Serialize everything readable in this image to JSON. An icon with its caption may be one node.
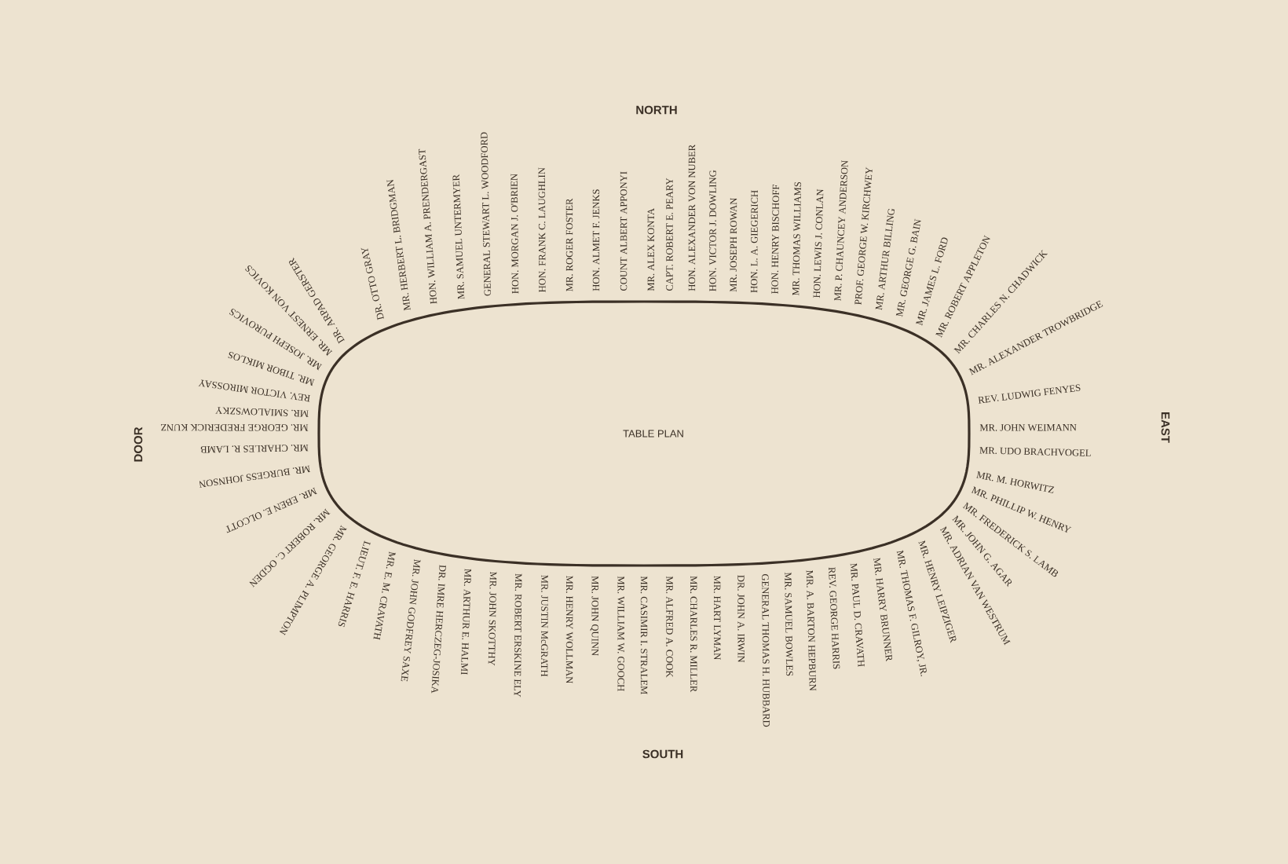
{
  "diagram": {
    "nodes": [
      {
        "text": [
          "TABLE PLAN"
        ]
      }
    ],
    "labels": [
      "NORTH",
      "DR. OTTO GRAY",
      "MR. HERBERT L. BRIDGMAN",
      "HON. WILLIAM A. PRENDERGAST",
      "MR. SAMUEL UNTERMYER",
      "GENERAL STEWART L. WOODFORD",
      "HON. MORGAN J. O'BRIEN",
      "HON. FRANK C. LAUGHLIN",
      "MR. ROGER FOSTER",
      "HON. ALMET F. JENKS",
      "COUNT ALBERT APPONYI",
      "MR. ALEX KONTA",
      "CAPT. ROBERT E. PEARY",
      "HON. ALEXANDER VON NUBER",
      "HON. VICTOR J. DOWLING",
      "MR. JOSEPH ROWAN",
      "HON. L. A. GIEGERICH",
      "HON. HENRY BISCHOFF",
      "MR. THOMAS WILLIAMS",
      "HON. LEWIS J. CONLAN",
      "MR. P. CHAUNCEY ANDERSON",
      "PROF. GEORGE W. KIRCHWEY",
      "MR. ARTHUR BILLING",
      "MR. GEORGE G. BAIN",
      "MR. JAMES L. FORD",
      "MR. ROBERT APPLETON",
      "MR. CHARLES N. CHADWICK",
      "MR. ALEXANDER TROWBRIDGE",
      "REV. LUDWIG FENYES",
      "MR. JOHN WEIMANN",
      "MR. UDO BRACHVOGEL",
      "MR. M. HORWITZ",
      "MR. PHILLIP W. HENRY",
      "MR. FREDERICK S. LAMB",
      "MR. JOHN G. AGAR",
      "MR. ADRIAN VAN WESTRUM",
      "MR. HENRY LEIPZIGER",
      "MR. THOMAS F. GILROY, JR.",
      "MR. HARRY BRUNNER",
      "MR. PAUL D. CRAVATH",
      "REV. GEORGE HARRIS",
      "MR. A. BARTON HEPBURN",
      "MR. SAMUEL BOWLES",
      "GENERAL THOMAS H. HUBBARD",
      "DR. JOHN A. IRWIN",
      "MR. HART LYMAN",
      "MR. CHARLES R. MILLER",
      "MR. ALFRED A. COOK",
      "MR. CASIMIR I. STRALEM",
      "MR. WILLIAM W. GOOCH",
      "MR. JOHN QUINN",
      "MR. HENRY WOLLMAN",
      "MR. JUSTIN McGRATH",
      "MR. ROBERT ERSKINE ELY",
      "MR. JOHN SKOTTHY",
      "MR. ARTHUR E. HALMI",
      "DR. IMRE HERCZEG-JOSIKA",
      "MR. JOHN GODFREY SAXE",
      "MR. E. M. CRAVATH",
      "LIEUT. F. E. HARRIS",
      "MR. GEORGE A. PLIMPTON",
      "MR. ROBERT C. OGDEN",
      "MR. EBEN E. OLCOTT",
      "MR. BURGESS JOHNSON",
      "MR. CHARLES R. LAMB",
      "MR. GEORGE FREDERICK KUNZ",
      "MR. SMIALOWSZKY",
      "REV. VICTOR MIROSSAY",
      "MR. TIBOR MIKLOS",
      "MR. JOSEPH PUROVICS",
      "MR. ERNEST VON KOVICS",
      "DR. ARPAD GERSTER",
      "EAST",
      "SOUTH",
      "DOOR"
    ]
  }
}
